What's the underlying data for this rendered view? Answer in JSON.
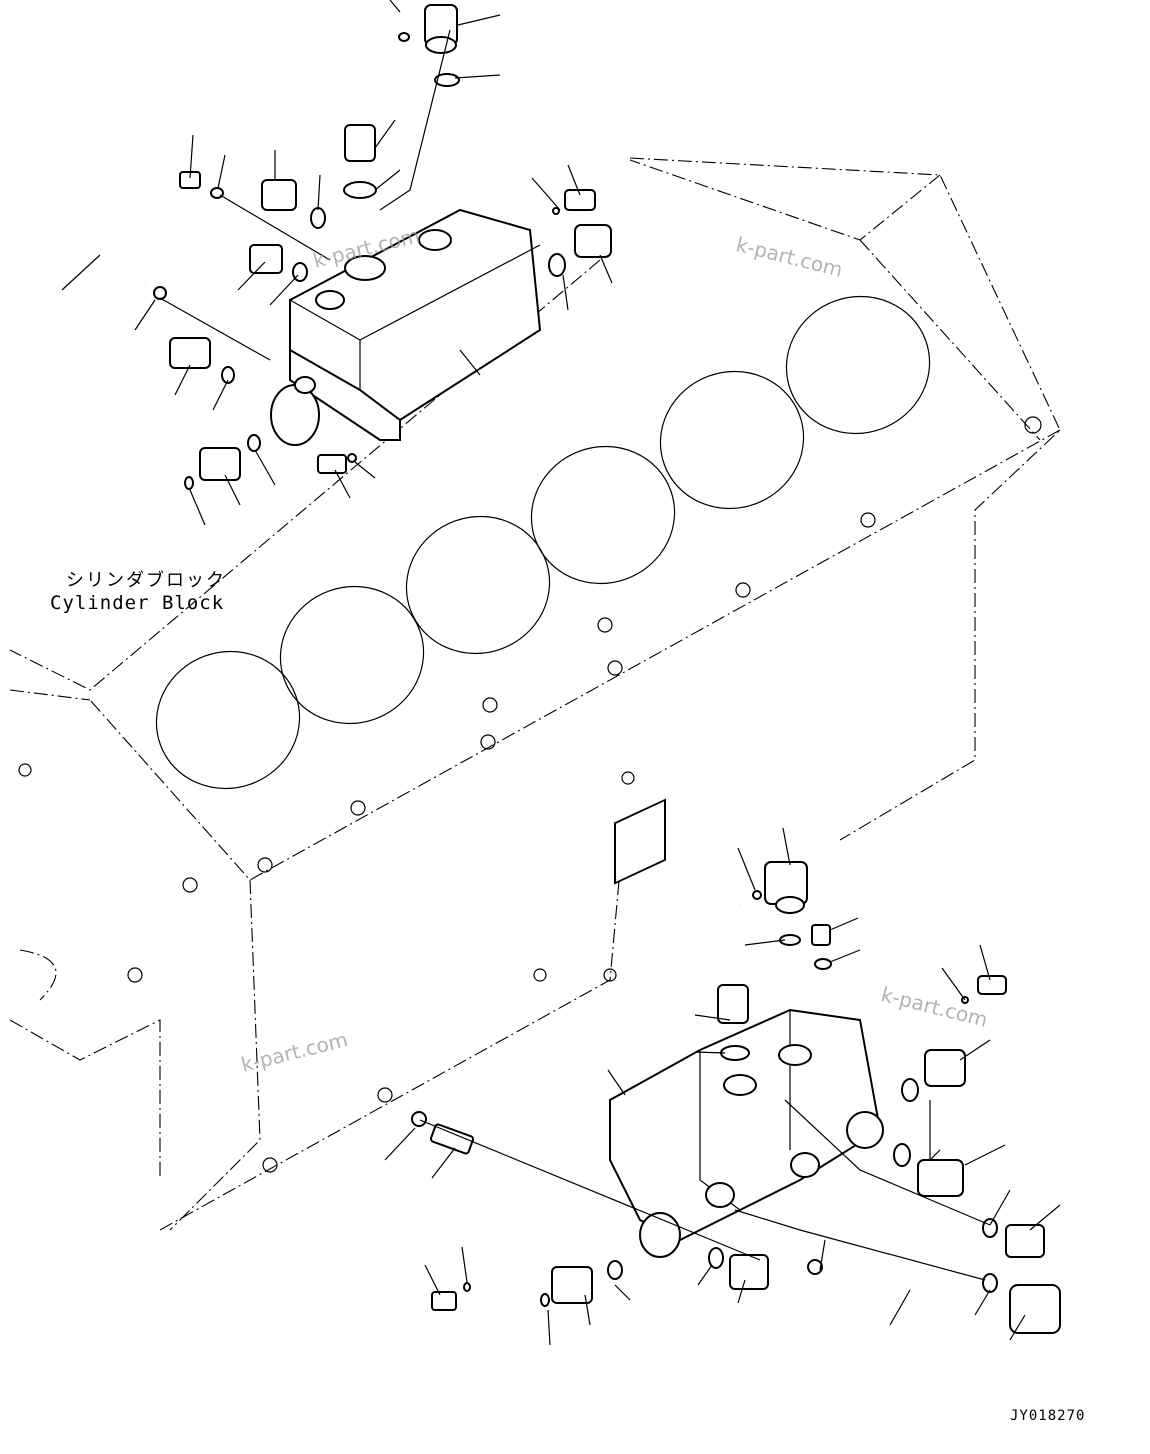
{
  "labels": {
    "cylinder_block_jp": "シリンダブロック",
    "cylinder_block_en": "Cylinder Block",
    "figure_number": "JY018270"
  },
  "watermarks": [
    "k-part.com",
    "k-part.com",
    "k-part.com",
    "k-part.com"
  ],
  "colors": {
    "line": "#000000",
    "background": "#ffffff",
    "watermark": "#9a9a9a"
  }
}
